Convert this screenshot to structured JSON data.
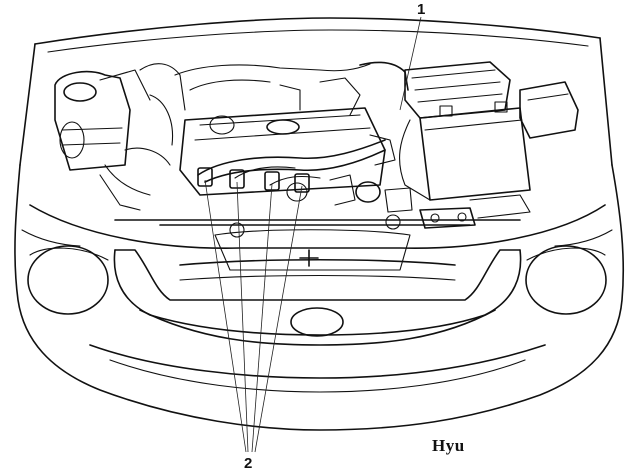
{
  "callouts": {
    "c1": {
      "label": "1"
    },
    "c2": {
      "label": "2"
    }
  },
  "watermark": {
    "text": "Hyu"
  },
  "colors": {
    "line": "#111111",
    "background": "#ffffff"
  }
}
